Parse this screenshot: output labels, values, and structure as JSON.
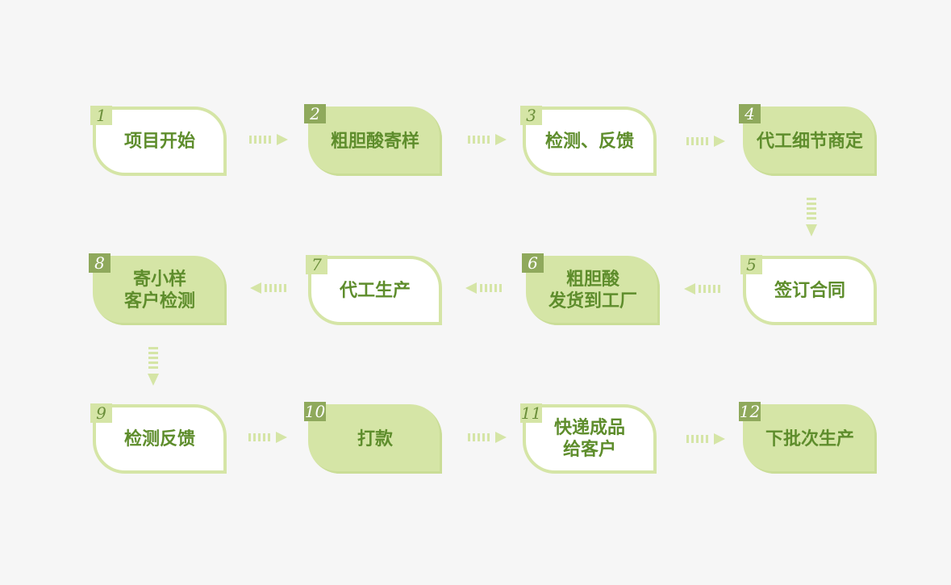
{
  "steps": [
    {
      "num": "1",
      "label": "项目开始"
    },
    {
      "num": "2",
      "label": "粗胆酸寄样"
    },
    {
      "num": "3",
      "label": "检测、反馈"
    },
    {
      "num": "4",
      "label": "代工细节商定"
    },
    {
      "num": "5",
      "label": "签订合同"
    },
    {
      "num": "6",
      "label": "粗胆酸\n发货到工厂"
    },
    {
      "num": "7",
      "label": "代工生产"
    },
    {
      "num": "8",
      "label": "寄小样\n客户检测"
    },
    {
      "num": "9",
      "label": "检测反馈"
    },
    {
      "num": "10",
      "label": "打款"
    },
    {
      "num": "11",
      "label": "快递成品\n给客户"
    },
    {
      "num": "12",
      "label": "下批次生产"
    }
  ],
  "colors": {
    "fill": "#d5e5a6",
    "text": "#5e8d2c",
    "badge_dark": "#8fa95c"
  }
}
